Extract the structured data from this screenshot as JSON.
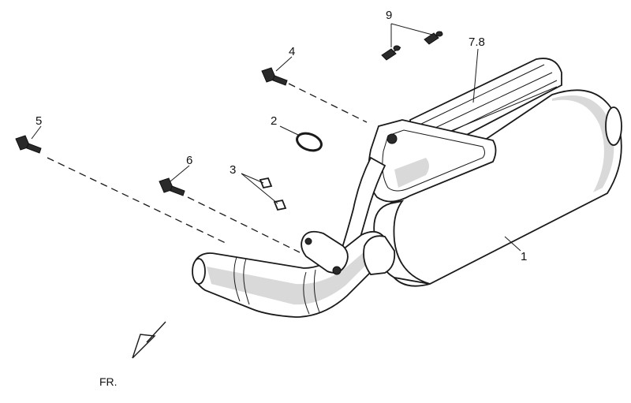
{
  "labels": {
    "p1": "1",
    "p2": "2",
    "p3": "3",
    "p4": "4",
    "p5": "5",
    "p6": "6",
    "p78": "7.8",
    "p9": "9"
  },
  "direction": {
    "text": "FR."
  }
}
